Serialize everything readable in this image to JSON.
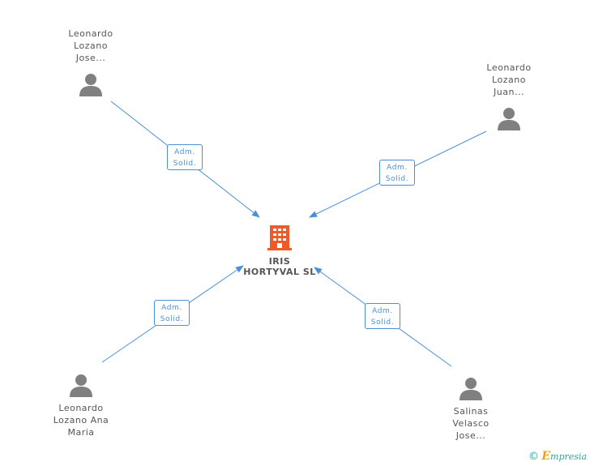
{
  "colors": {
    "edge": "#4a90d9",
    "person_icon": "#808080",
    "company_icon": "#f05a28",
    "text": "#555555"
  },
  "company": {
    "name_line1": "IRIS",
    "name_line2": "HORTYVAL  SL",
    "icon": "building-icon"
  },
  "people": [
    {
      "line1": "Leonardo",
      "line2": "Lozano",
      "line3": "Jose...",
      "icon": "person-icon"
    },
    {
      "line1": "Leonardo",
      "line2": "Lozano",
      "line3": "Juan...",
      "icon": "person-icon"
    },
    {
      "line1": "Leonardo",
      "line2": "Lozano Ana",
      "line3": "Maria",
      "icon": "person-icon"
    },
    {
      "line1": "Salinas",
      "line2": "Velasco",
      "line3": "Jose...",
      "icon": "person-icon"
    }
  ],
  "edges": [
    {
      "role_line1": "Adm.",
      "role_line2": "Solid."
    },
    {
      "role_line1": "Adm.",
      "role_line2": "Solid."
    },
    {
      "role_line1": "Adm.",
      "role_line2": "Solid."
    },
    {
      "role_line1": "Adm.",
      "role_line2": "Solid."
    }
  ],
  "footer": {
    "copyright_symbol": "©",
    "brand_initial": "E",
    "brand_rest": "mpresia"
  }
}
